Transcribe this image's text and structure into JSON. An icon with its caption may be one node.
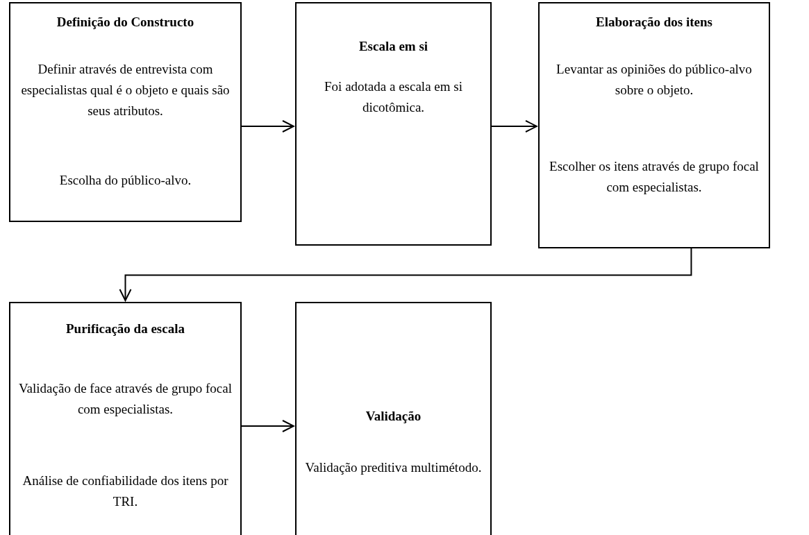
{
  "diagram": {
    "nodes": [
      {
        "text": [
          "Definição do Constructo",
          "Definir através de entrevista com especialistas qual é o objeto e quais são seus atributos.",
          "Escolha do público-alvo."
        ]
      },
      {
        "text": [
          "Escala em si",
          "Foi adotada a escala em si dicotômica."
        ]
      },
      {
        "text": [
          "Elaboração dos itens",
          "Levantar as opiniões do público-alvo sobre o objeto.",
          "Escolher os itens através de grupo focal com especialistas."
        ]
      },
      {
        "text": [
          "Purificação da escala",
          "Validação de face através de grupo focal com especialistas.",
          "Análise de confiabilidade dos itens por TRI."
        ]
      },
      {
        "text": [
          "Validação",
          "Validação preditiva multimétodo."
        ]
      }
    ],
    "edges": [
      {
        "from": 0,
        "to": 1,
        "arrow": "to"
      },
      {
        "from": 1,
        "to": 2,
        "arrow": "to"
      },
      {
        "from": 2,
        "to": 3,
        "arrow": "to"
      },
      {
        "from": 3,
        "to": 4,
        "arrow": "to"
      }
    ]
  }
}
